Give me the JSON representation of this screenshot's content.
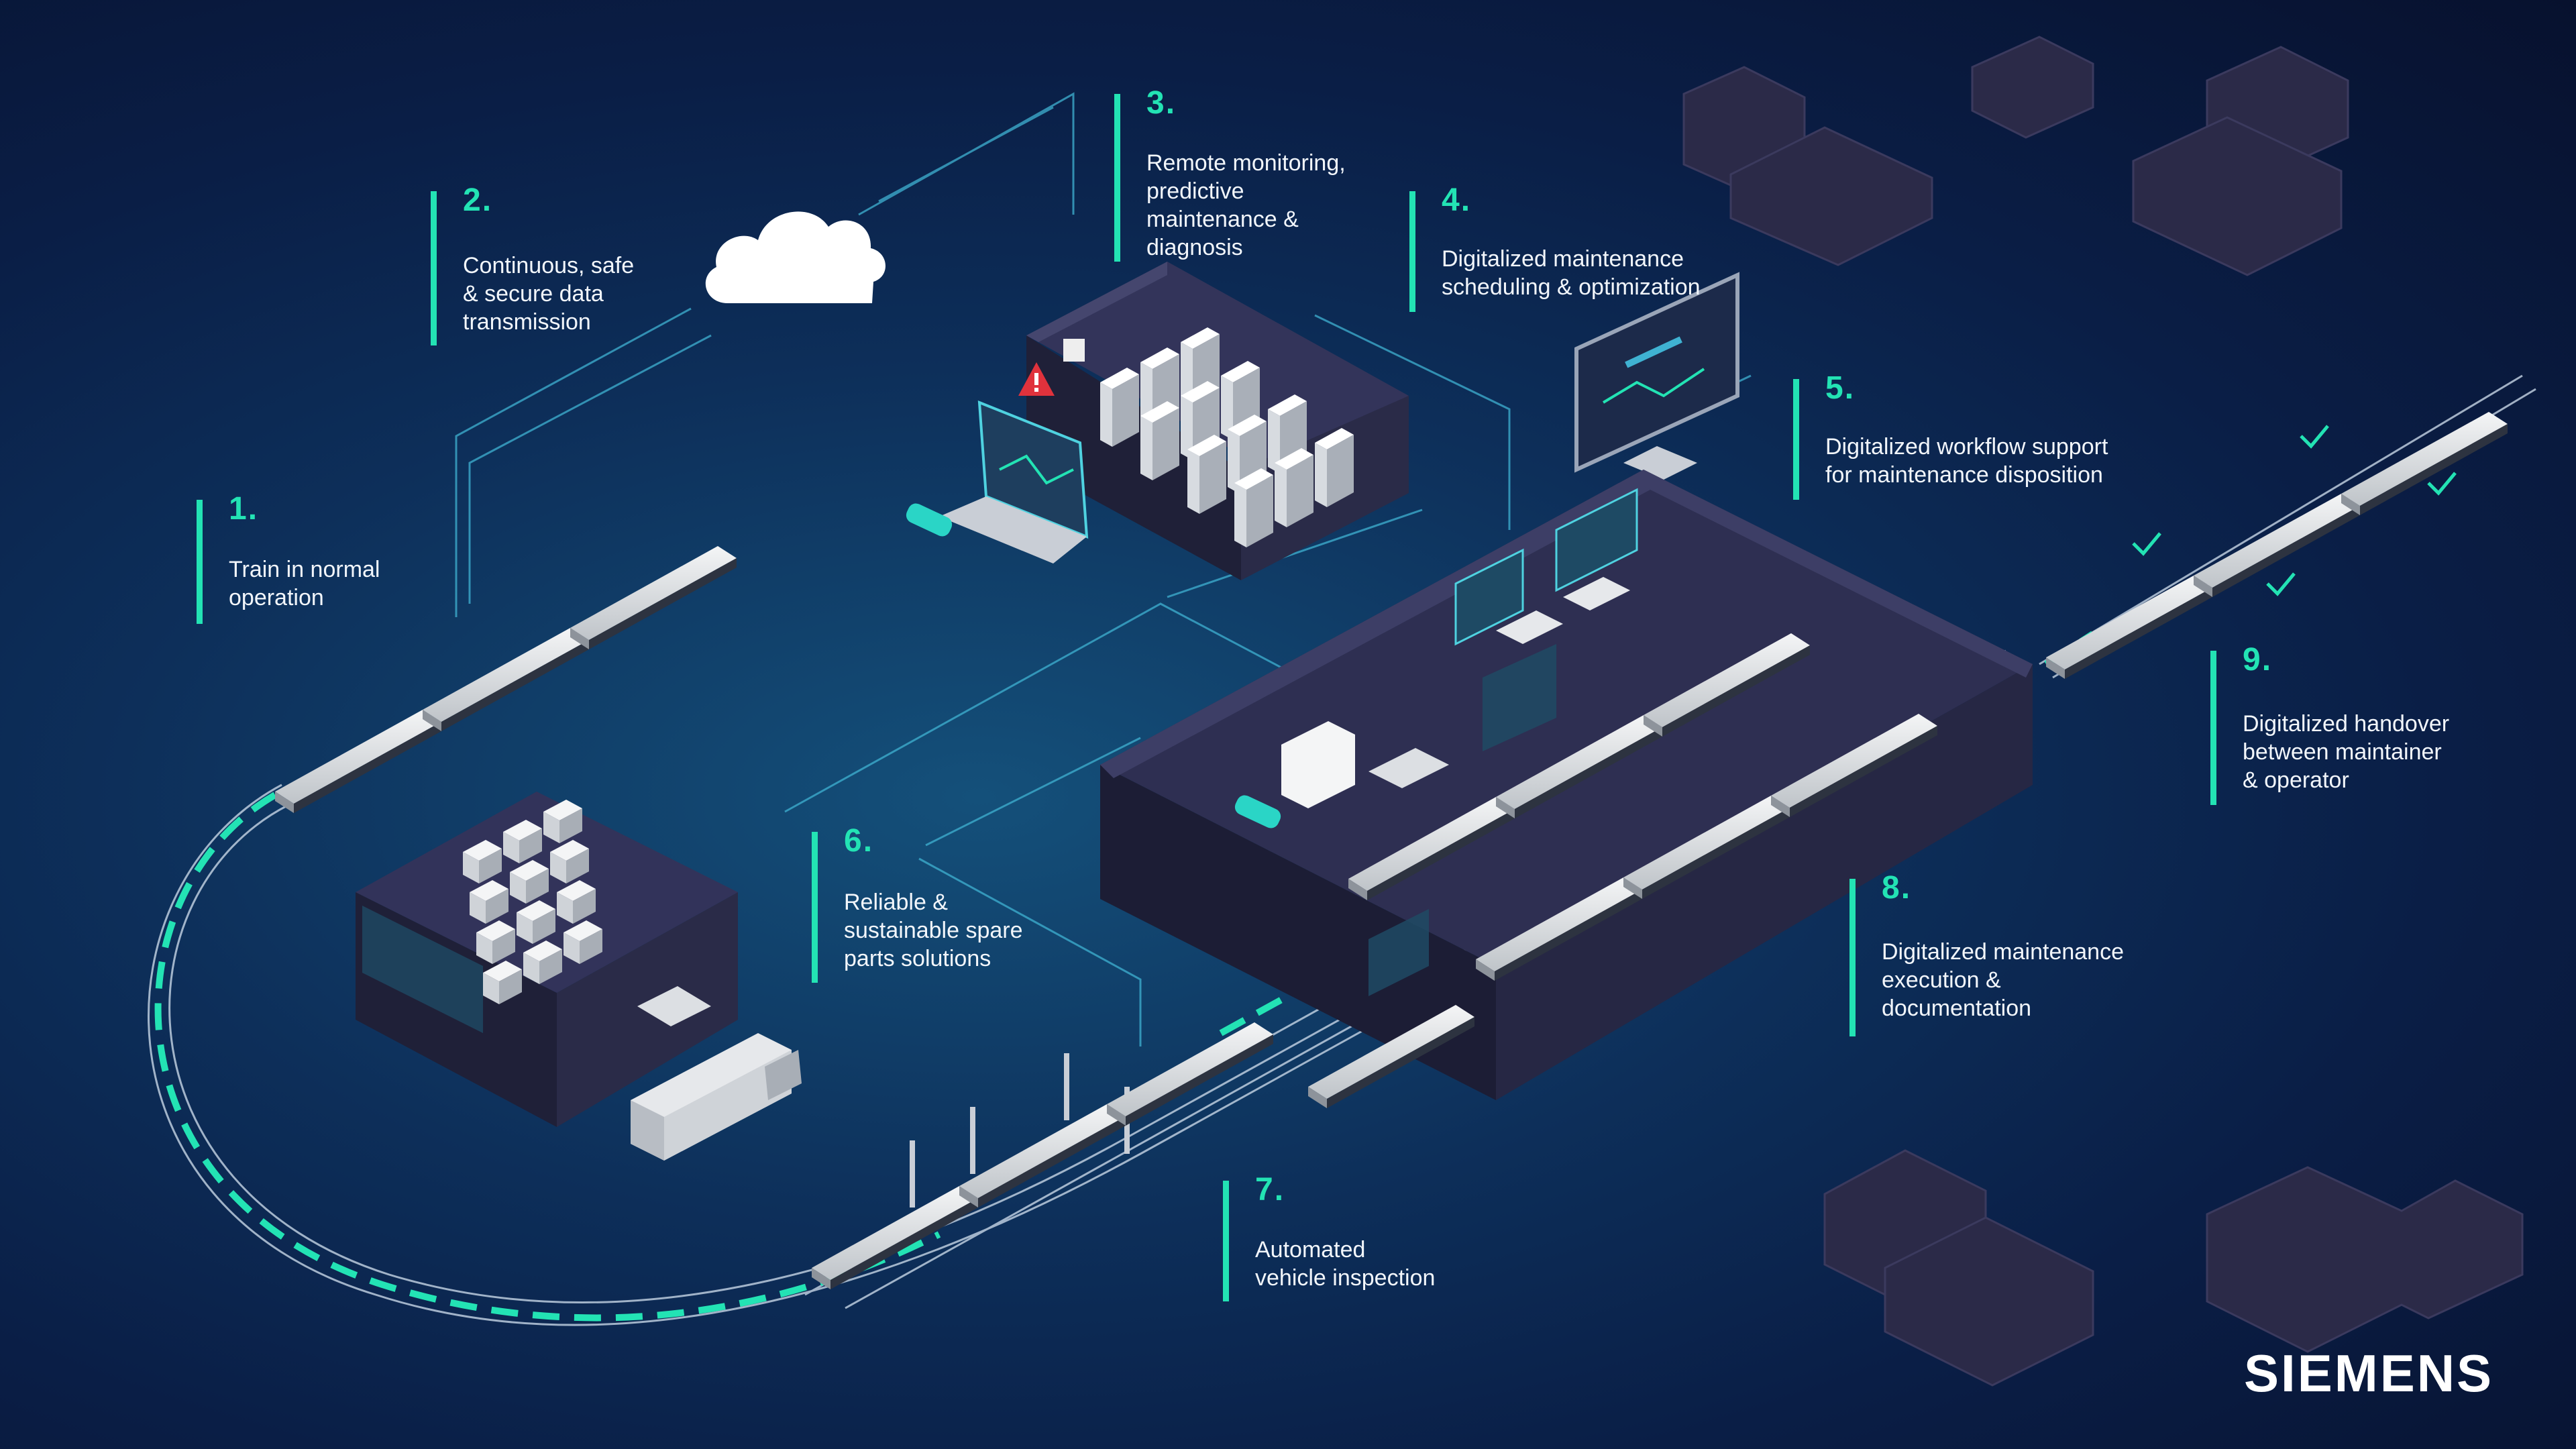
{
  "steps": [
    {
      "number": "1.",
      "lines": [
        "Train in normal",
        "operation"
      ]
    },
    {
      "number": "2.",
      "lines": [
        "Continuous, safe",
        "& secure data",
        "transmission"
      ]
    },
    {
      "number": "3.",
      "lines": [
        "Remote monitoring,",
        "predictive",
        "maintenance &",
        "diagnosis"
      ]
    },
    {
      "number": "4.",
      "lines": [
        "Digitalized maintenance",
        "scheduling & optimization"
      ]
    },
    {
      "number": "5.",
      "lines": [
        "Digitalized workflow support",
        "for maintenance disposition"
      ]
    },
    {
      "number": "6.",
      "lines": [
        "Reliable &",
        "sustainable spare",
        "parts solutions"
      ]
    },
    {
      "number": "7.",
      "lines": [
        "Automated",
        "vehicle inspection"
      ]
    },
    {
      "number": "8.",
      "lines": [
        "Digitalized maintenance",
        "execution &",
        "documentation"
      ]
    },
    {
      "number": "9.",
      "lines": [
        "Digitalized handover",
        "between maintainer",
        "& operator"
      ]
    }
  ],
  "brand": {
    "name": "SIEMENS"
  },
  "colors": {
    "accent": "#23e3b4",
    "background": "#0a1e46",
    "building": "#2a2a4a"
  },
  "icons": [
    "cloud-icon",
    "warning-icon"
  ]
}
